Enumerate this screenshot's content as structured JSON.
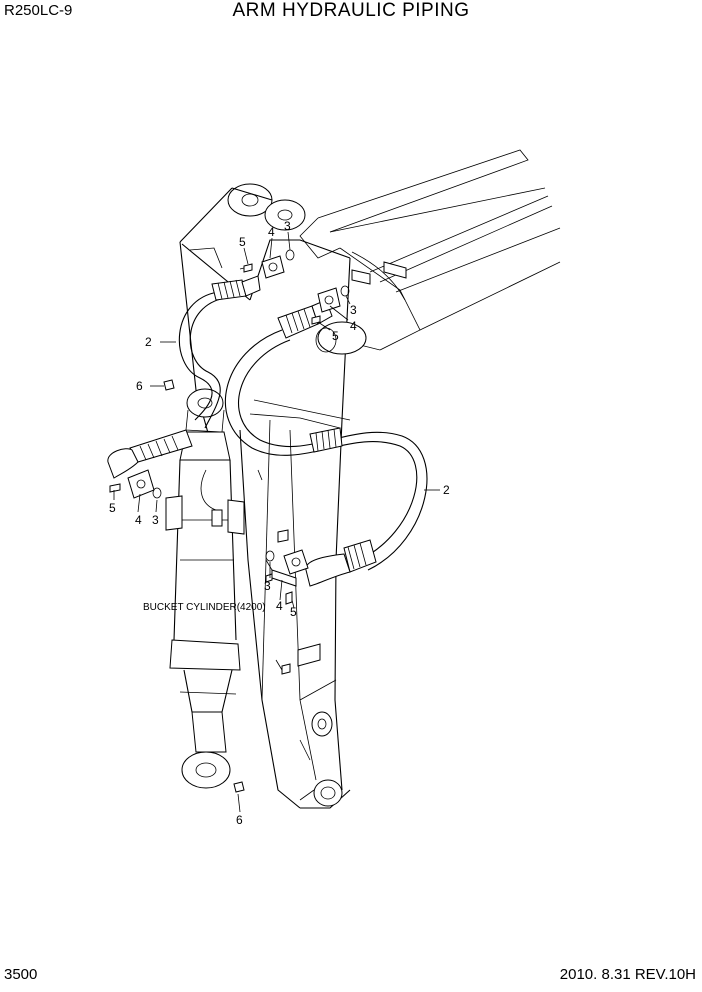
{
  "header": {
    "model": "R250LC-9",
    "title": "ARM HYDRAULIC PIPING"
  },
  "footer": {
    "page_number": "3500",
    "revision": "2010. 8.31  REV.10H"
  },
  "callouts": {
    "c1": "5",
    "c2": "4",
    "c3": "3",
    "c4": "3",
    "c5": "4",
    "c6": "5",
    "c7": "2",
    "c8": "6",
    "c9": "2",
    "c10": "5",
    "c11": "4",
    "c12": "3",
    "c13": "3",
    "c14": "4",
    "c15": "5",
    "c16": "6"
  },
  "annotations": {
    "bucket_cylinder": "BUCKET CYLINDER(4200)"
  }
}
